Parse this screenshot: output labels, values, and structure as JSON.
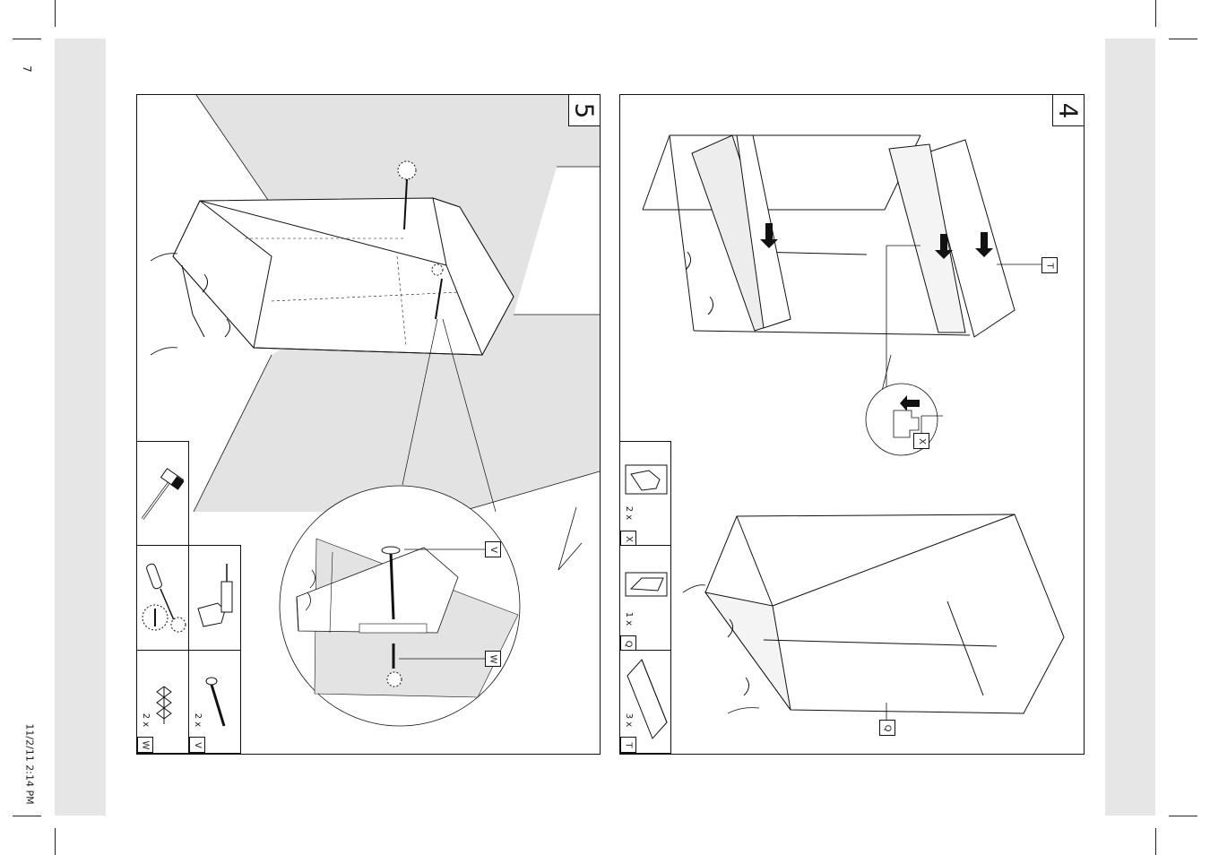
{
  "page": {
    "number": "7",
    "margin_page_number": "7",
    "print_stamp": "11/2/11   2:14 PM"
  },
  "step4": {
    "number": "4",
    "parts": [
      {
        "qty": "2 x",
        "label": "X",
        "icon": "bracket-icon"
      },
      {
        "qty": "1 x",
        "label": "Q",
        "icon": "cover-icon"
      },
      {
        "qty": "3 x",
        "label": "T",
        "icon": "shelf-board-icon"
      }
    ],
    "callouts": {
      "shelf": "T",
      "bracket": "X",
      "cover": "Q"
    }
  },
  "step5": {
    "number": "5",
    "parts": [
      {
        "qty": "2 x",
        "label": "W",
        "icon": "wall-plug-icon"
      },
      {
        "qty": "2 x",
        "label": "V",
        "icon": "screw-icon"
      }
    ],
    "tools": [
      "hammer-icon",
      "screwdriver-icon",
      "drill-icon"
    ],
    "callouts": {
      "screw": "V",
      "plug": "W"
    }
  },
  "colors": {
    "sidebar": "#e6e6e6",
    "wall": "#e3e3e3",
    "line": "#111111"
  }
}
